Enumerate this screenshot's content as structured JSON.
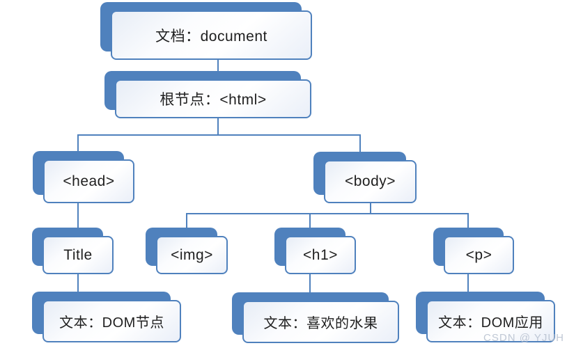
{
  "diagram": {
    "nodes": {
      "document": {
        "label": "文档：document"
      },
      "html": {
        "label": "根节点：<html>"
      },
      "head": {
        "label": "<head>"
      },
      "body": {
        "label": "<body>"
      },
      "title": {
        "label": "Title"
      },
      "img": {
        "label": "<img>"
      },
      "h1": {
        "label": "<h1>"
      },
      "p": {
        "label": "<p>"
      },
      "text_dom_node": {
        "label": "文本：DOM节点"
      },
      "text_fruit": {
        "label": "文本：喜欢的水果"
      },
      "text_dom_app": {
        "label": "文本：DOM应用"
      }
    },
    "colors": {
      "accent_blue": "#4f81bd",
      "box_fill_light": "#eef2f9",
      "text": "#1f1f1f",
      "watermark": "#b9c2d0"
    }
  },
  "watermark": {
    "label": "CSDN @ YJUH"
  }
}
